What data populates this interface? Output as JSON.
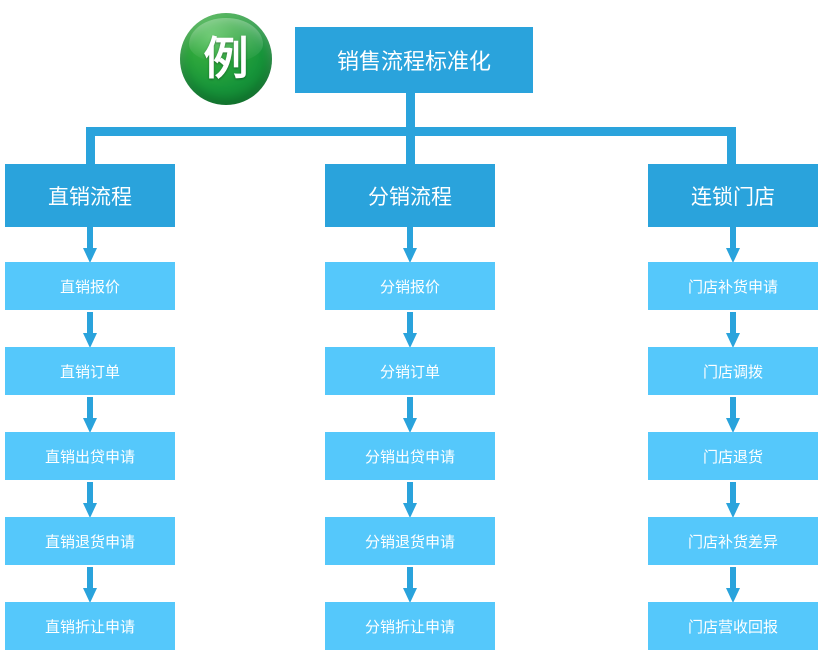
{
  "diagram": {
    "badge": {
      "label": "例",
      "color": "#17953a"
    },
    "title": {
      "label": "销售流程标准化",
      "color": "#2aa3dc"
    },
    "colors": {
      "header": "#2aa3dc",
      "step": "#55c8fb",
      "connector": "#2aa3dc",
      "text": "#ffffff",
      "background": "#ffffff"
    },
    "branches": [
      {
        "header": "直销流程",
        "steps": [
          "直销报价",
          "直销订单",
          "直销出贷申请",
          "直销退货申请",
          "直销折让申请"
        ]
      },
      {
        "header": "分销流程",
        "steps": [
          "分销报价",
          "分销订单",
          "分销出贷申请",
          "分销退货申请",
          "分销折让申请"
        ]
      },
      {
        "header": "连锁门店",
        "steps": [
          "门店补货申请",
          "门店调拨",
          "门店退货",
          "门店补货差异",
          "门店营收回报"
        ]
      }
    ]
  }
}
